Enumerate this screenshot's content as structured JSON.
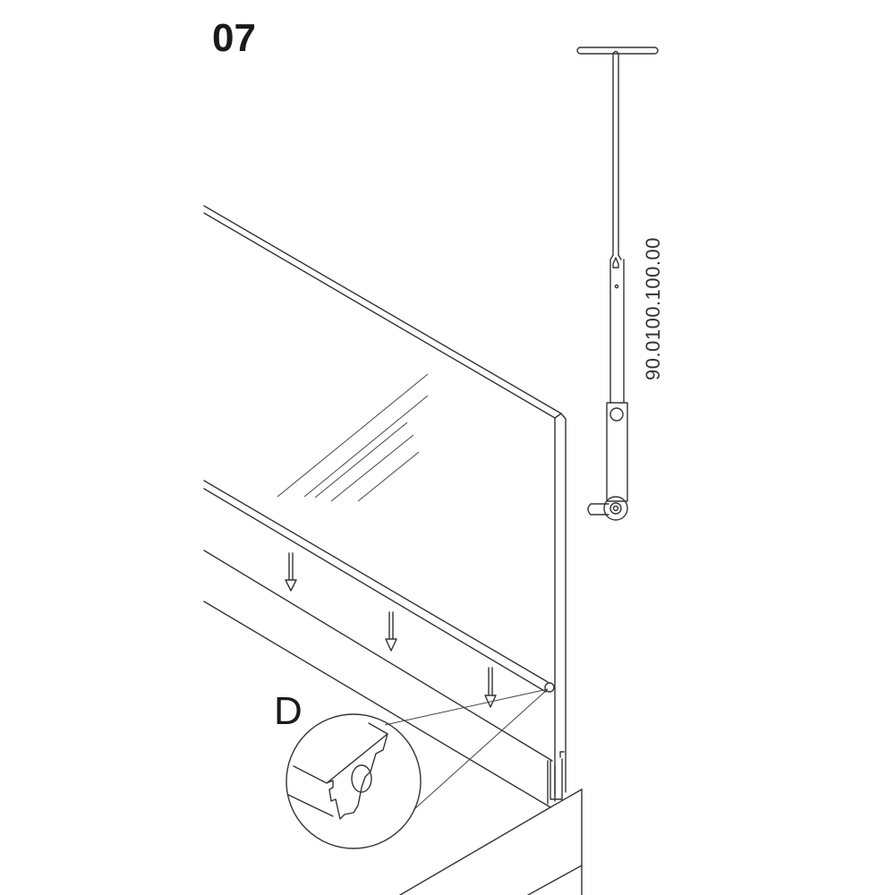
{
  "step_number": "07",
  "detail_label": "D",
  "tool": {
    "part_number": "90.0100.100.00"
  },
  "colors": {
    "line": "#333333",
    "background": "#ffffff"
  }
}
